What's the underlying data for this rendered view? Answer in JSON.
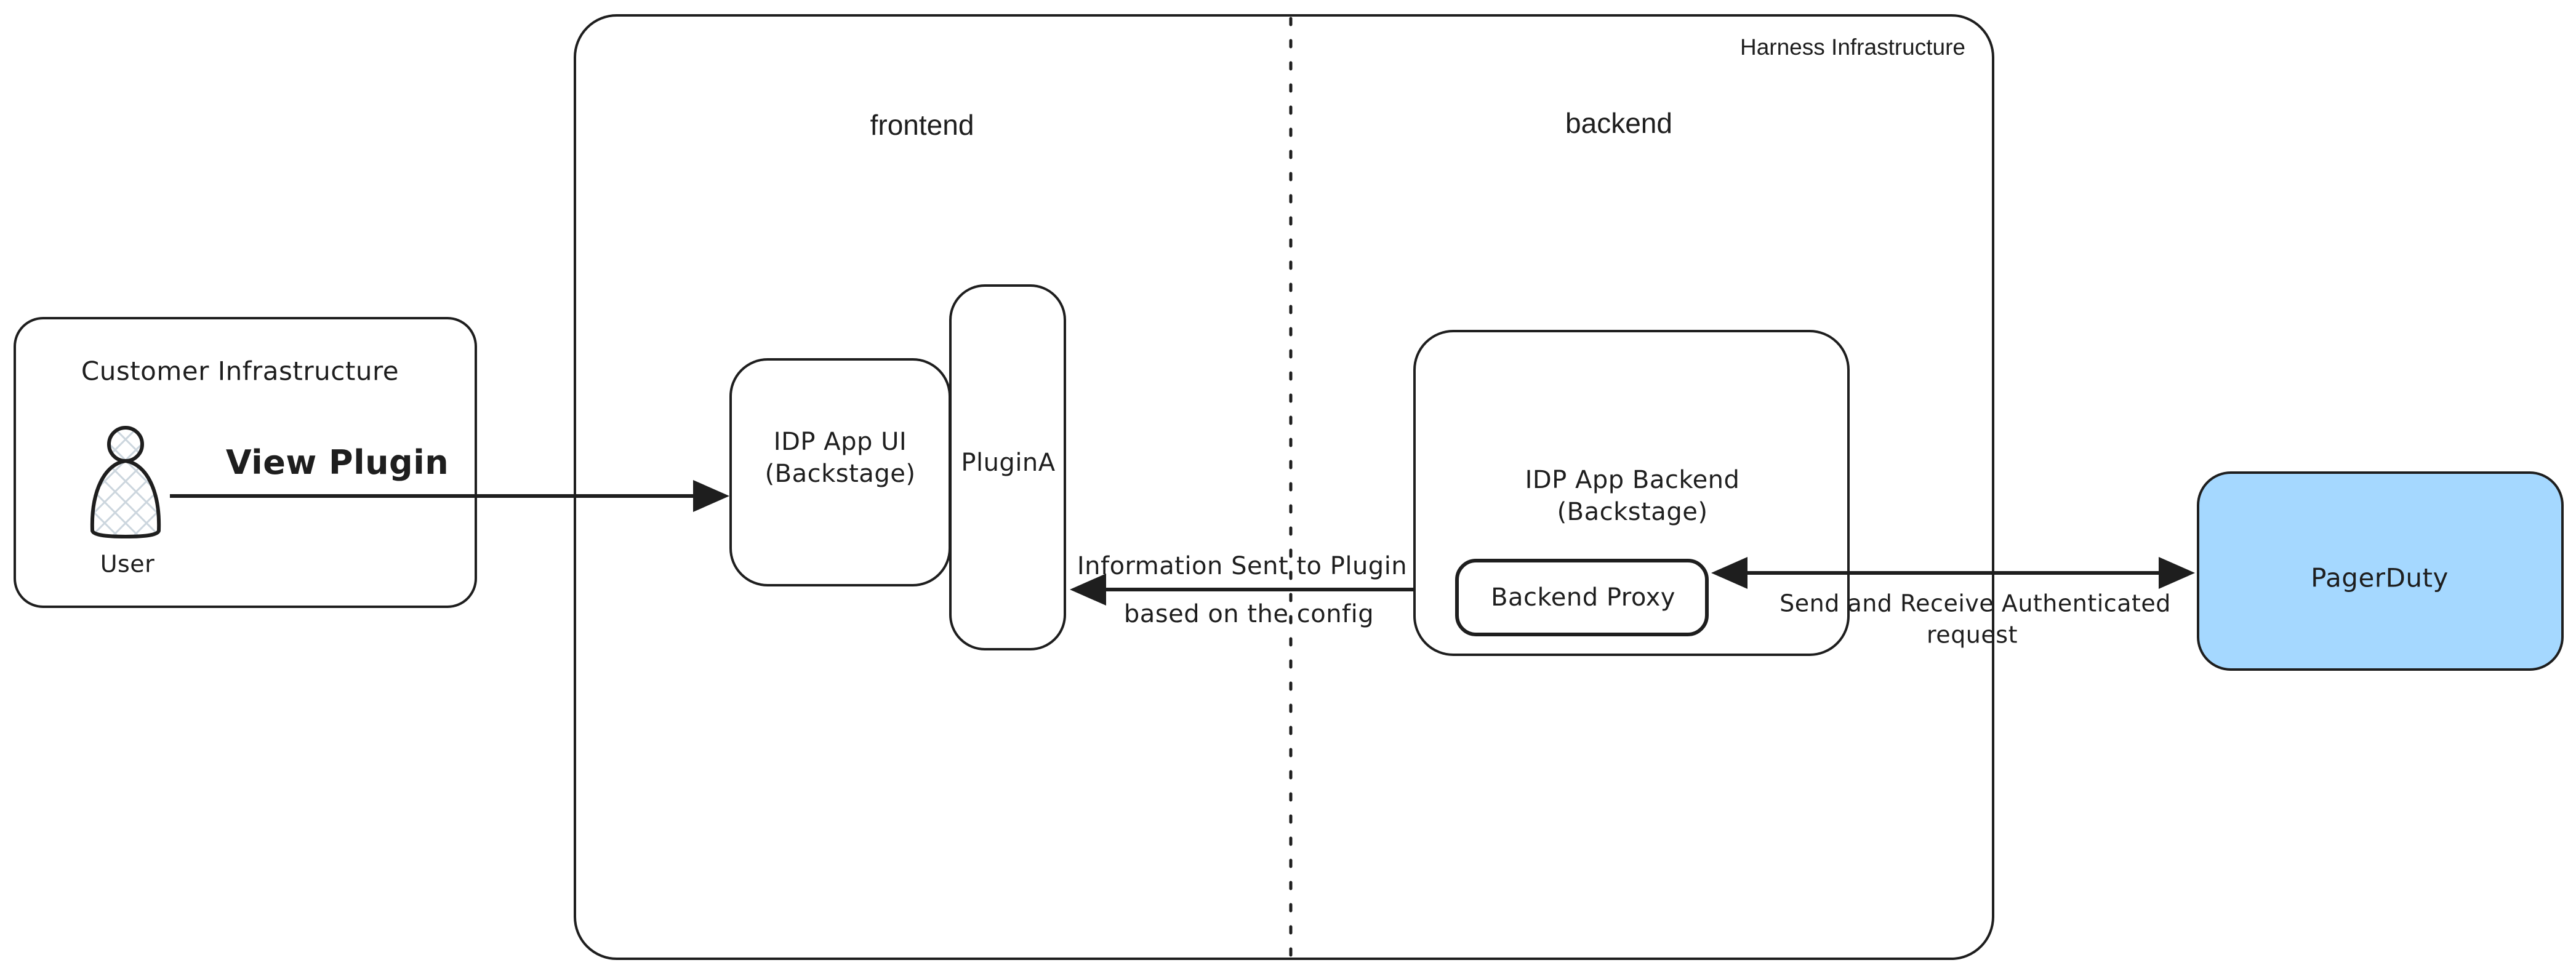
{
  "diagram": {
    "type": "architecture-diagram",
    "style": "hand-drawn",
    "colors": {
      "background": "#ffffff",
      "stroke": "#1e1e1e",
      "pagerduty_fill": "#a5d8ff",
      "hatch": "#ccd6de"
    }
  },
  "groups": {
    "customer_infrastructure": {
      "title": "Customer Infrastructure"
    },
    "harness_infrastructure": {
      "title": "Harness Infrastructure",
      "frontend_label": "frontend",
      "backend_label": "backend"
    }
  },
  "nodes": {
    "user": {
      "label": "User"
    },
    "idp_app_ui": {
      "title": "IDP App UI",
      "subtitle": "(Backstage)"
    },
    "plugin_a": {
      "label": "PluginA"
    },
    "idp_app_backend": {
      "title": "IDP App Backend",
      "subtitle": "(Backstage)"
    },
    "backend_proxy": {
      "label": "Backend Proxy"
    },
    "pagerduty": {
      "label": "PagerDuty"
    }
  },
  "edges": {
    "view_plugin": {
      "label": "View Plugin",
      "from": "user",
      "to": "idp_app_ui"
    },
    "information_sent": {
      "line1": "Information Sent to Plugin",
      "line2": "based on the config",
      "from": "idp_app_backend",
      "to": "plugin_a"
    },
    "send_receive": {
      "line1": "Send and Receive Authenticated",
      "line2": "request",
      "from": "backend_proxy",
      "to": "pagerduty",
      "bidirectional": true
    }
  }
}
